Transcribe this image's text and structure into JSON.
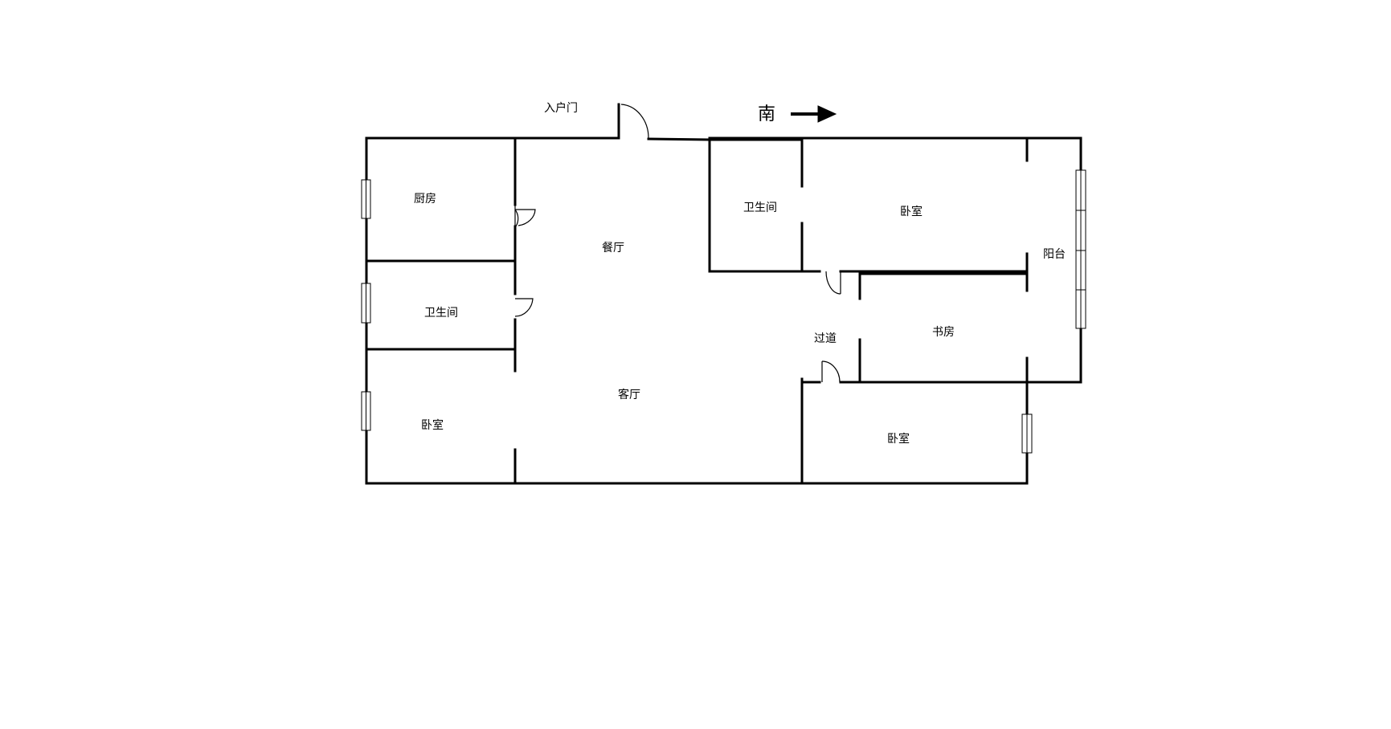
{
  "labels": {
    "entrance_door": "入户门",
    "compass_direction": "南",
    "kitchen": "厨房",
    "bathroom_west": "卫生间",
    "bedroom_west": "卧室",
    "dining_room": "餐厅",
    "living_room": "客厅",
    "bathroom_center": "卫生间",
    "bedroom_north_east": "卧室",
    "hallway": "过道",
    "study": "书房",
    "bedroom_south_east": "卧室",
    "balcony": "阳台"
  },
  "colors": {
    "wall": "#000000",
    "background": "#ffffff"
  },
  "icons": {
    "compass_arrow": "arrow-right-icon"
  }
}
